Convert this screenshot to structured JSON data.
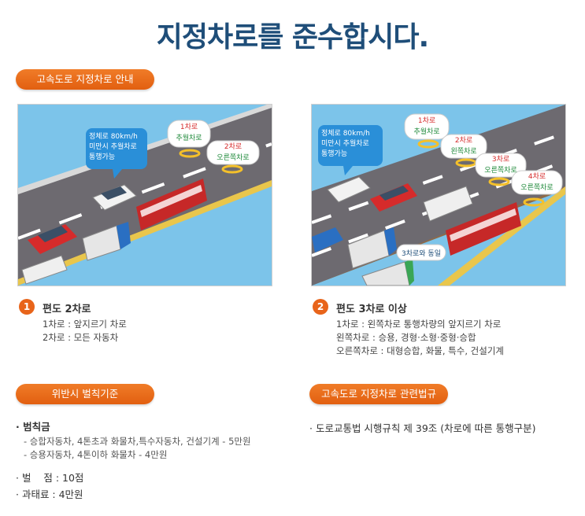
{
  "title": "지정차로를 준수합시다.",
  "sections": {
    "guide_label": "고속도로 지정차로 안내",
    "penalty_label": "위반시 벌칙기준",
    "law_label": "고속도로 지정차로 관련법규"
  },
  "left_illus": {
    "bubble_main": [
      "정체로 80km/h",
      "미만시 추월차로",
      "통행가능"
    ],
    "lane1": [
      "1차로",
      "추월차로"
    ],
    "lane2": [
      "2차로",
      "오른쪽차로"
    ]
  },
  "right_illus": {
    "bubble_main": [
      "정체로 80km/h",
      "미만시 추월차로",
      "통행가능"
    ],
    "lane1": [
      "1차로",
      "추월차로"
    ],
    "lane2": [
      "2차로",
      "왼쪽차로"
    ],
    "lane3": [
      "3차로",
      "오른쪽차로"
    ],
    "lane4": [
      "4차로",
      "오른쪽차로"
    ],
    "lane_note": "3차로와 동일"
  },
  "case1": {
    "num": "1",
    "title": "편도 2차로",
    "lines": [
      "1차로 : 앞지르기 차로",
      "2차로 : 모든 자동차"
    ]
  },
  "case2": {
    "num": "2",
    "title": "편도 3차로 이상",
    "lines": [
      "1차로 : 왼쪽차로 통행차량의 앞지르기 차로",
      "왼쪽차로 : 승용, 경형·소형·중형·승합",
      "오른쪽차로 : 대형승합, 화물, 특수, 건설기계"
    ]
  },
  "penalty": {
    "fine_label": "· 범칙금",
    "fine_lines": [
      "- 승합자동차, 4톤초과 화물차,특수자동차, 건설기계 - 5만원",
      "- 승용자동차, 4톤이하 화물차 - 4만원"
    ],
    "points": "· 벌    점 : 10점",
    "surcharge": "· 과태료 : 4만원"
  },
  "law": {
    "line": "· 도로교통법 시행규칙 제 39조 (차로에 따른 통행구분)"
  },
  "colors": {
    "title": "#1f4e79",
    "accent": "#e8641a",
    "sky": "#7cc4ea",
    "road": "#6d6a70",
    "bubble_blue": "#2a8fd8",
    "lane_red": "#d62b2b",
    "lane_green": "#1f8a3b"
  }
}
